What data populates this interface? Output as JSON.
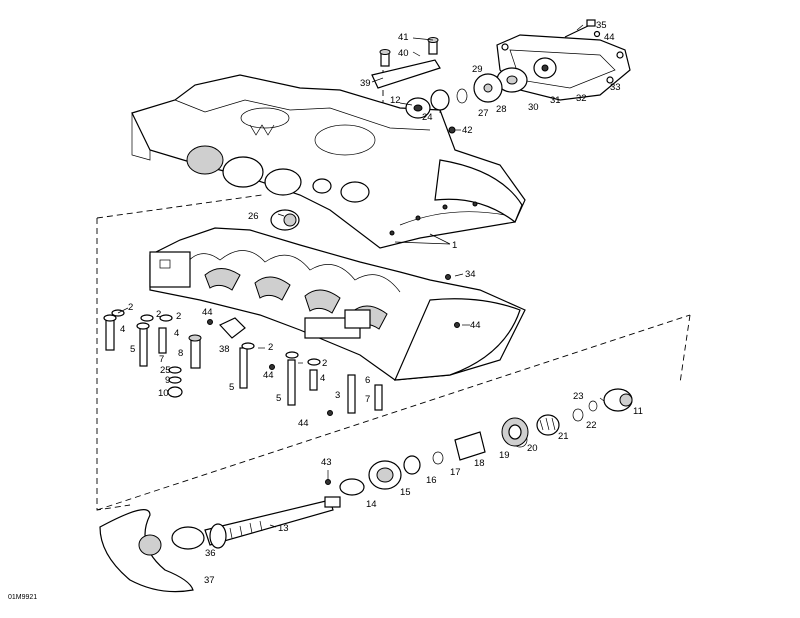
{
  "drawing_code": "01M9921",
  "callouts": [
    {
      "id": "c41",
      "text": "41"
    },
    {
      "id": "c40",
      "text": "40"
    },
    {
      "id": "c39",
      "text": "39"
    },
    {
      "id": "c35",
      "text": "35"
    },
    {
      "id": "c44a",
      "text": "44"
    },
    {
      "id": "c29",
      "text": "29"
    },
    {
      "id": "c33",
      "text": "33"
    },
    {
      "id": "c30",
      "text": "30"
    },
    {
      "id": "c31",
      "text": "31"
    },
    {
      "id": "c32",
      "text": "32"
    },
    {
      "id": "c12",
      "text": "12"
    },
    {
      "id": "c24",
      "text": "24"
    },
    {
      "id": "c27",
      "text": "27"
    },
    {
      "id": "c28",
      "text": "28"
    },
    {
      "id": "c42",
      "text": "42"
    },
    {
      "id": "c26",
      "text": "26"
    },
    {
      "id": "c1",
      "text": "1"
    },
    {
      "id": "c34",
      "text": "34"
    },
    {
      "id": "c2a",
      "text": "2"
    },
    {
      "id": "c2b",
      "text": "2"
    },
    {
      "id": "c2c",
      "text": "2"
    },
    {
      "id": "c4a",
      "text": "4"
    },
    {
      "id": "c4b",
      "text": "4"
    },
    {
      "id": "c44b",
      "text": "44"
    },
    {
      "id": "c44c",
      "text": "44"
    },
    {
      "id": "c5a",
      "text": "5"
    },
    {
      "id": "c7a",
      "text": "7"
    },
    {
      "id": "c8",
      "text": "8"
    },
    {
      "id": "c38",
      "text": "38"
    },
    {
      "id": "c2d",
      "text": "2"
    },
    {
      "id": "c2e",
      "text": "2"
    },
    {
      "id": "c44d",
      "text": "44"
    },
    {
      "id": "c4c",
      "text": "4"
    },
    {
      "id": "c25",
      "text": "25"
    },
    {
      "id": "c9",
      "text": "9"
    },
    {
      "id": "c10",
      "text": "10"
    },
    {
      "id": "c5b",
      "text": "5"
    },
    {
      "id": "c5c",
      "text": "5"
    },
    {
      "id": "c3",
      "text": "3"
    },
    {
      "id": "c6",
      "text": "6"
    },
    {
      "id": "c7b",
      "text": "7"
    },
    {
      "id": "c44e",
      "text": "44"
    },
    {
      "id": "c23",
      "text": "23"
    },
    {
      "id": "c11",
      "text": "11"
    },
    {
      "id": "c22",
      "text": "22"
    },
    {
      "id": "c21",
      "text": "21"
    },
    {
      "id": "c20",
      "text": "20"
    },
    {
      "id": "c19",
      "text": "19"
    },
    {
      "id": "c18",
      "text": "18"
    },
    {
      "id": "c17",
      "text": "17"
    },
    {
      "id": "c16",
      "text": "16"
    },
    {
      "id": "c43",
      "text": "43"
    },
    {
      "id": "c15",
      "text": "15"
    },
    {
      "id": "c14",
      "text": "14"
    },
    {
      "id": "c13",
      "text": "13"
    },
    {
      "id": "c36",
      "text": "36"
    },
    {
      "id": "c37",
      "text": "37"
    }
  ]
}
